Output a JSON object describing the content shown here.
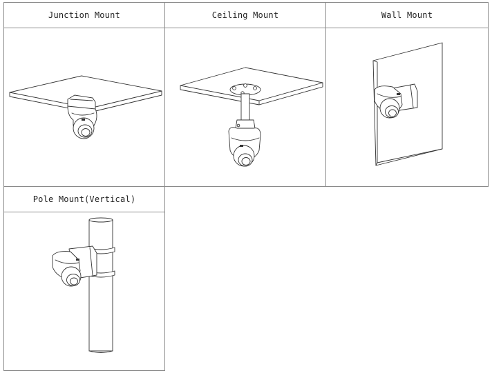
{
  "mounts": [
    {
      "label": "Junction Mount",
      "icon": "junction-mount-illustration"
    },
    {
      "label": "Ceiling Mount",
      "icon": "ceiling-mount-illustration"
    },
    {
      "label": "Wall Mount",
      "icon": "wall-mount-illustration"
    },
    {
      "label": "Pole Mount(Vertical)",
      "icon": "pole-mount-illustration"
    }
  ]
}
